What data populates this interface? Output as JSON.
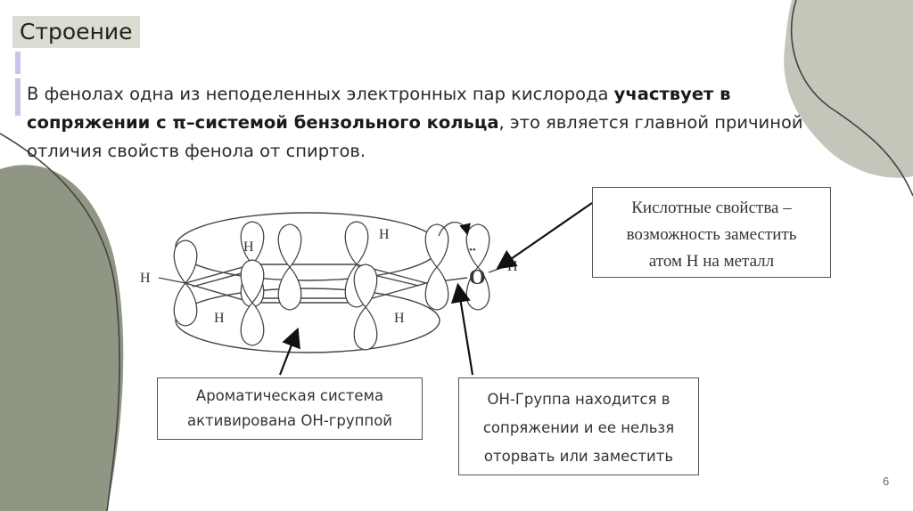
{
  "slide": {
    "title": "Строение",
    "paragraph": {
      "part1": "В фенолах одна из неподеленных электронных пар кислорода ",
      "bold": "участвует в сопряжении с π–системой бензольного кольца",
      "part2": ", это является главной причиной отличия свойств фенола от спиртов."
    },
    "page_number": "6"
  },
  "diagram": {
    "atoms": {
      "h_left": "H",
      "h_top1": "H",
      "h_top2": "H",
      "h_bot1": "H",
      "h_bot2": "H",
      "oxygen": "O",
      "h_oh": "H",
      "lone_pair": "••"
    },
    "labels": {
      "acid_line1": "Кислотные свойства –",
      "acid_line2": "возможность заместить",
      "acid_line3": "атом Н на металл",
      "arom_line1": "Ароматическая система",
      "arom_line2": "активирована ОН-группой",
      "oh_line1": "ОН-Группа находится в",
      "oh_line2": "сопряжении и ее нельзя",
      "oh_line3": "оторвать или заместить"
    }
  },
  "colors": {
    "blob": "#8f9684",
    "blob_light": "#c3c6b8",
    "title_bg": "#d9ddd2",
    "accent": "#c7c6e6"
  }
}
